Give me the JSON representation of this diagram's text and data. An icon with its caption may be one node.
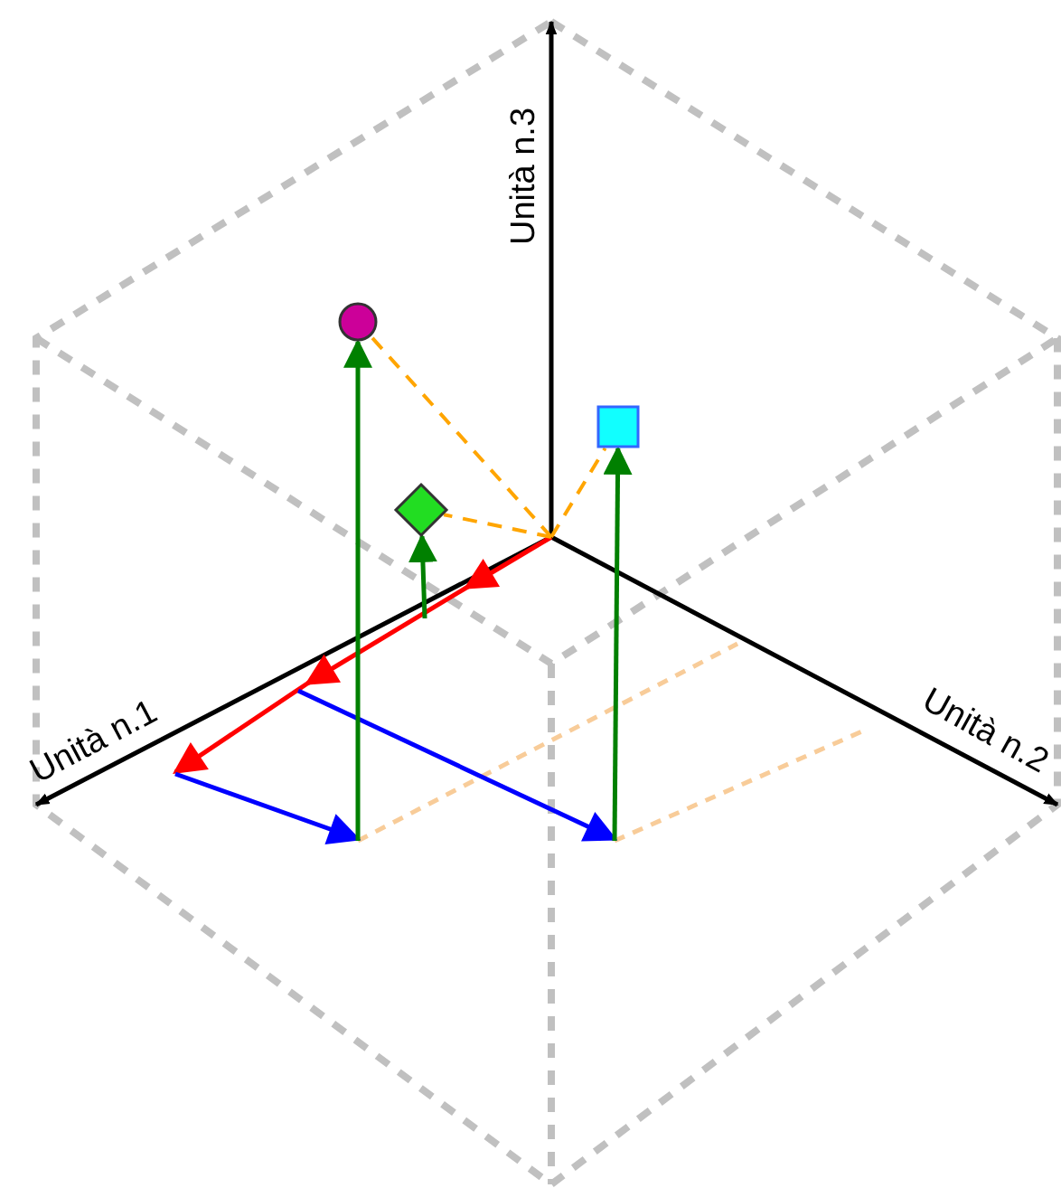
{
  "diagram": {
    "nodes": [
      {
        "text": [],
        "shape": "circle"
      },
      {
        "text": [],
        "shape": "diamond"
      },
      {
        "text": [],
        "shape": "box"
      }
    ],
    "edges": [
      {
        "from": null,
        "to": 0,
        "arrow": "to",
        "color": "#008000"
      },
      {
        "from": null,
        "to": 1,
        "arrow": "to",
        "color": "#008000"
      },
      {
        "from": null,
        "to": 2,
        "arrow": "to",
        "color": "#008000"
      },
      {
        "from": null,
        "to": 0,
        "arrow": "none",
        "style": "dashed",
        "color": "#ffa500"
      },
      {
        "from": null,
        "to": 1,
        "arrow": "none",
        "style": "dashed",
        "color": "#ffa500"
      },
      {
        "from": null,
        "to": 2,
        "arrow": "none",
        "style": "dashed",
        "color": "#ffa500"
      }
    ],
    "labels": [
      "Unità n.3",
      "Unità n.1",
      "Unità n.2"
    ]
  }
}
